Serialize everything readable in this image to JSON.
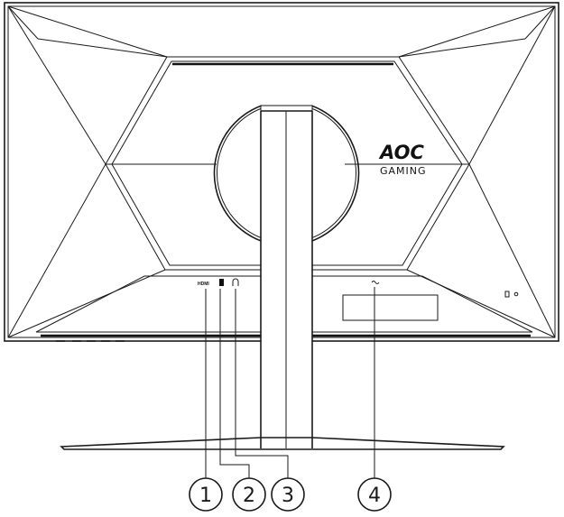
{
  "brand": {
    "logo": "AOC",
    "sub": "GAMING"
  },
  "port_labels": {
    "hdmi": "HDMI"
  },
  "callouts": [
    {
      "label": "1"
    },
    {
      "label": "2"
    },
    {
      "label": "3"
    },
    {
      "label": "4"
    }
  ],
  "icons": [
    "hdmi-port-icon",
    "displayport-icon",
    "headphone-icon",
    "ac-power-icon",
    "kensington-lock-icon"
  ]
}
